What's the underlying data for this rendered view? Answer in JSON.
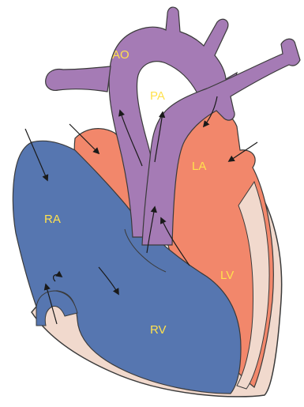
{
  "labels": {
    "ao": "AO",
    "pa": "PA",
    "la": "LA",
    "ra": "RA",
    "lv": "LV",
    "rv": "RV"
  },
  "colors": {
    "purple_vessels": "#a57bb5",
    "blue_right_side": "#5676b0",
    "orange_left_side": "#f2876b",
    "outer_wall": "#f1d9cd",
    "label_text": "#ffe14d",
    "outline": "#3a3a3a"
  }
}
